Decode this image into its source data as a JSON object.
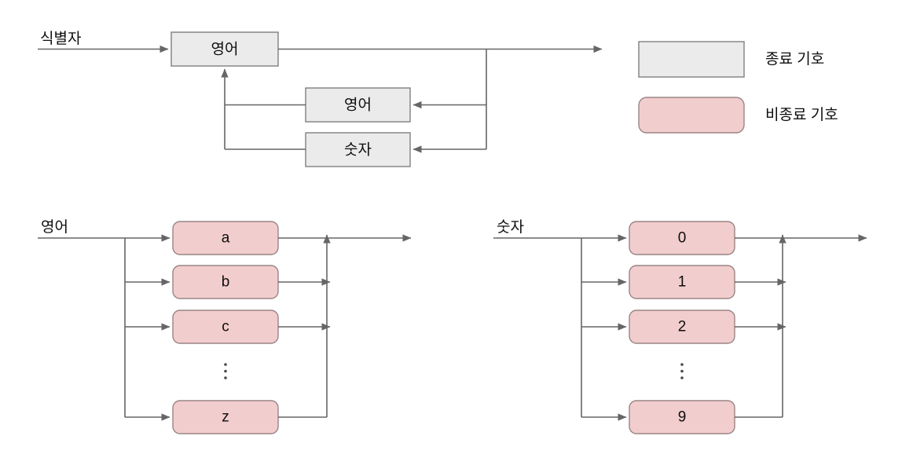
{
  "diagram": {
    "type": "syntax-railroad-diagram",
    "colors": {
      "terminal_fill": "#ebebeb",
      "terminal_stroke": "#7f7f7f",
      "nonterminal_fill": "#f2cdcd",
      "nonterminal_stroke": "#9a8585",
      "line": "#666666",
      "text": "#0d0d0d",
      "background": "#ffffff"
    },
    "rules": [
      {
        "id": "identifier",
        "label": "식별자",
        "nodes": [
          {
            "id": "ident-first",
            "text": "영어",
            "kind": "terminal"
          },
          {
            "id": "ident-loop-alpha",
            "text": "영어",
            "kind": "terminal"
          },
          {
            "id": "ident-loop-digit",
            "text": "숫자",
            "kind": "terminal"
          }
        ]
      },
      {
        "id": "alpha",
        "label": "영어",
        "ellipsis": "⋮",
        "nodes": [
          {
            "id": "alpha-a",
            "text": "a",
            "kind": "nonterminal"
          },
          {
            "id": "alpha-b",
            "text": "b",
            "kind": "nonterminal"
          },
          {
            "id": "alpha-c",
            "text": "c",
            "kind": "nonterminal"
          },
          {
            "id": "alpha-z",
            "text": "z",
            "kind": "nonterminal"
          }
        ]
      },
      {
        "id": "digit",
        "label": "숫자",
        "ellipsis": "⋮",
        "nodes": [
          {
            "id": "digit-0",
            "text": "0",
            "kind": "nonterminal"
          },
          {
            "id": "digit-1",
            "text": "1",
            "kind": "nonterminal"
          },
          {
            "id": "digit-2",
            "text": "2",
            "kind": "nonterminal"
          },
          {
            "id": "digit-9",
            "text": "9",
            "kind": "nonterminal"
          }
        ]
      }
    ]
  },
  "legend": {
    "items": [
      {
        "id": "terminal",
        "label": "종료 기호",
        "swatch": "terminal"
      },
      {
        "id": "nonterminal",
        "label": "비종료 기호",
        "swatch": "nonterminal"
      }
    ]
  }
}
